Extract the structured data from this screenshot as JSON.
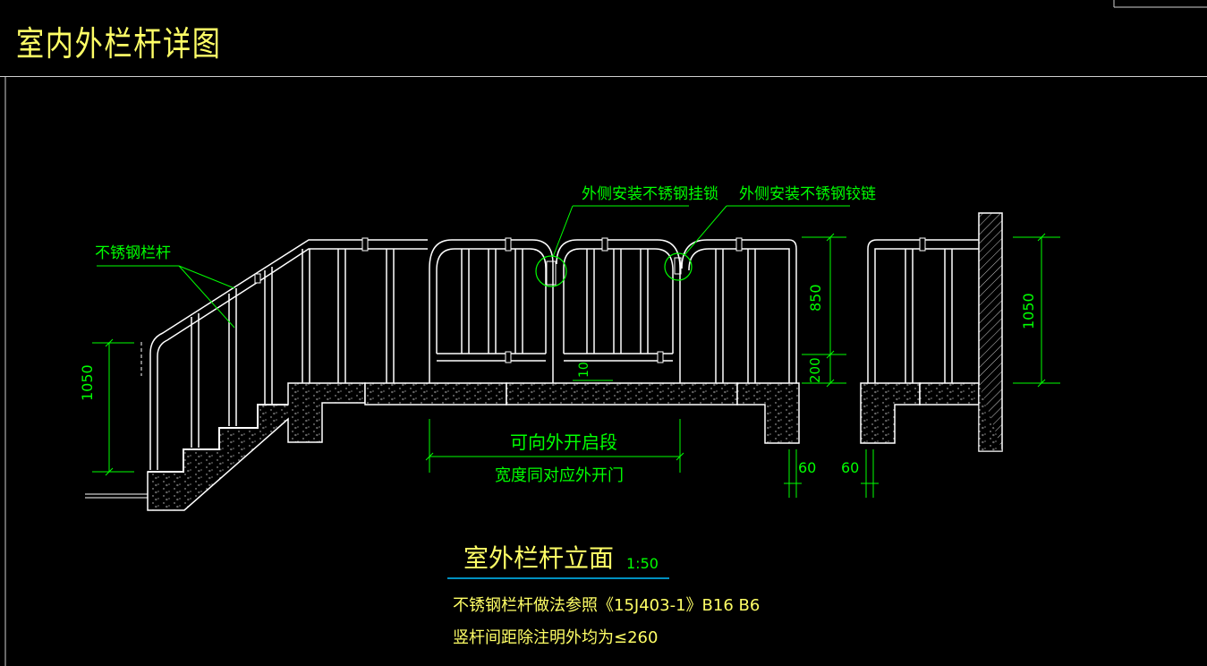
{
  "header": {
    "title": "室内外栏杆详图"
  },
  "drawing": {
    "callouts": {
      "stainless_railing": "不锈钢栏杆",
      "outer_latch": "外侧安装不锈钢挂锁",
      "outer_hinge": "外侧安装不锈钢铰链"
    },
    "dimensions": {
      "left_height": "1050",
      "right_height": "1050",
      "upper_part": "850",
      "lower_part": "200",
      "small_gap": "10",
      "edge_left": "60",
      "edge_right": "60"
    },
    "opening_section": {
      "label": "可向外开启段",
      "width_note": "宽度同对应外开门"
    },
    "view_title": "室外栏杆立面",
    "scale": "1:50",
    "notes": [
      "不锈钢栏杆做法参照《15J403-1》B16  B6",
      "竖杆间距除注明外均为≤260"
    ]
  },
  "colors": {
    "background": "#000000",
    "linework": "#ffffff",
    "annotation": "#00ff00",
    "text": "#ffff66",
    "underline": "#00bfff"
  }
}
